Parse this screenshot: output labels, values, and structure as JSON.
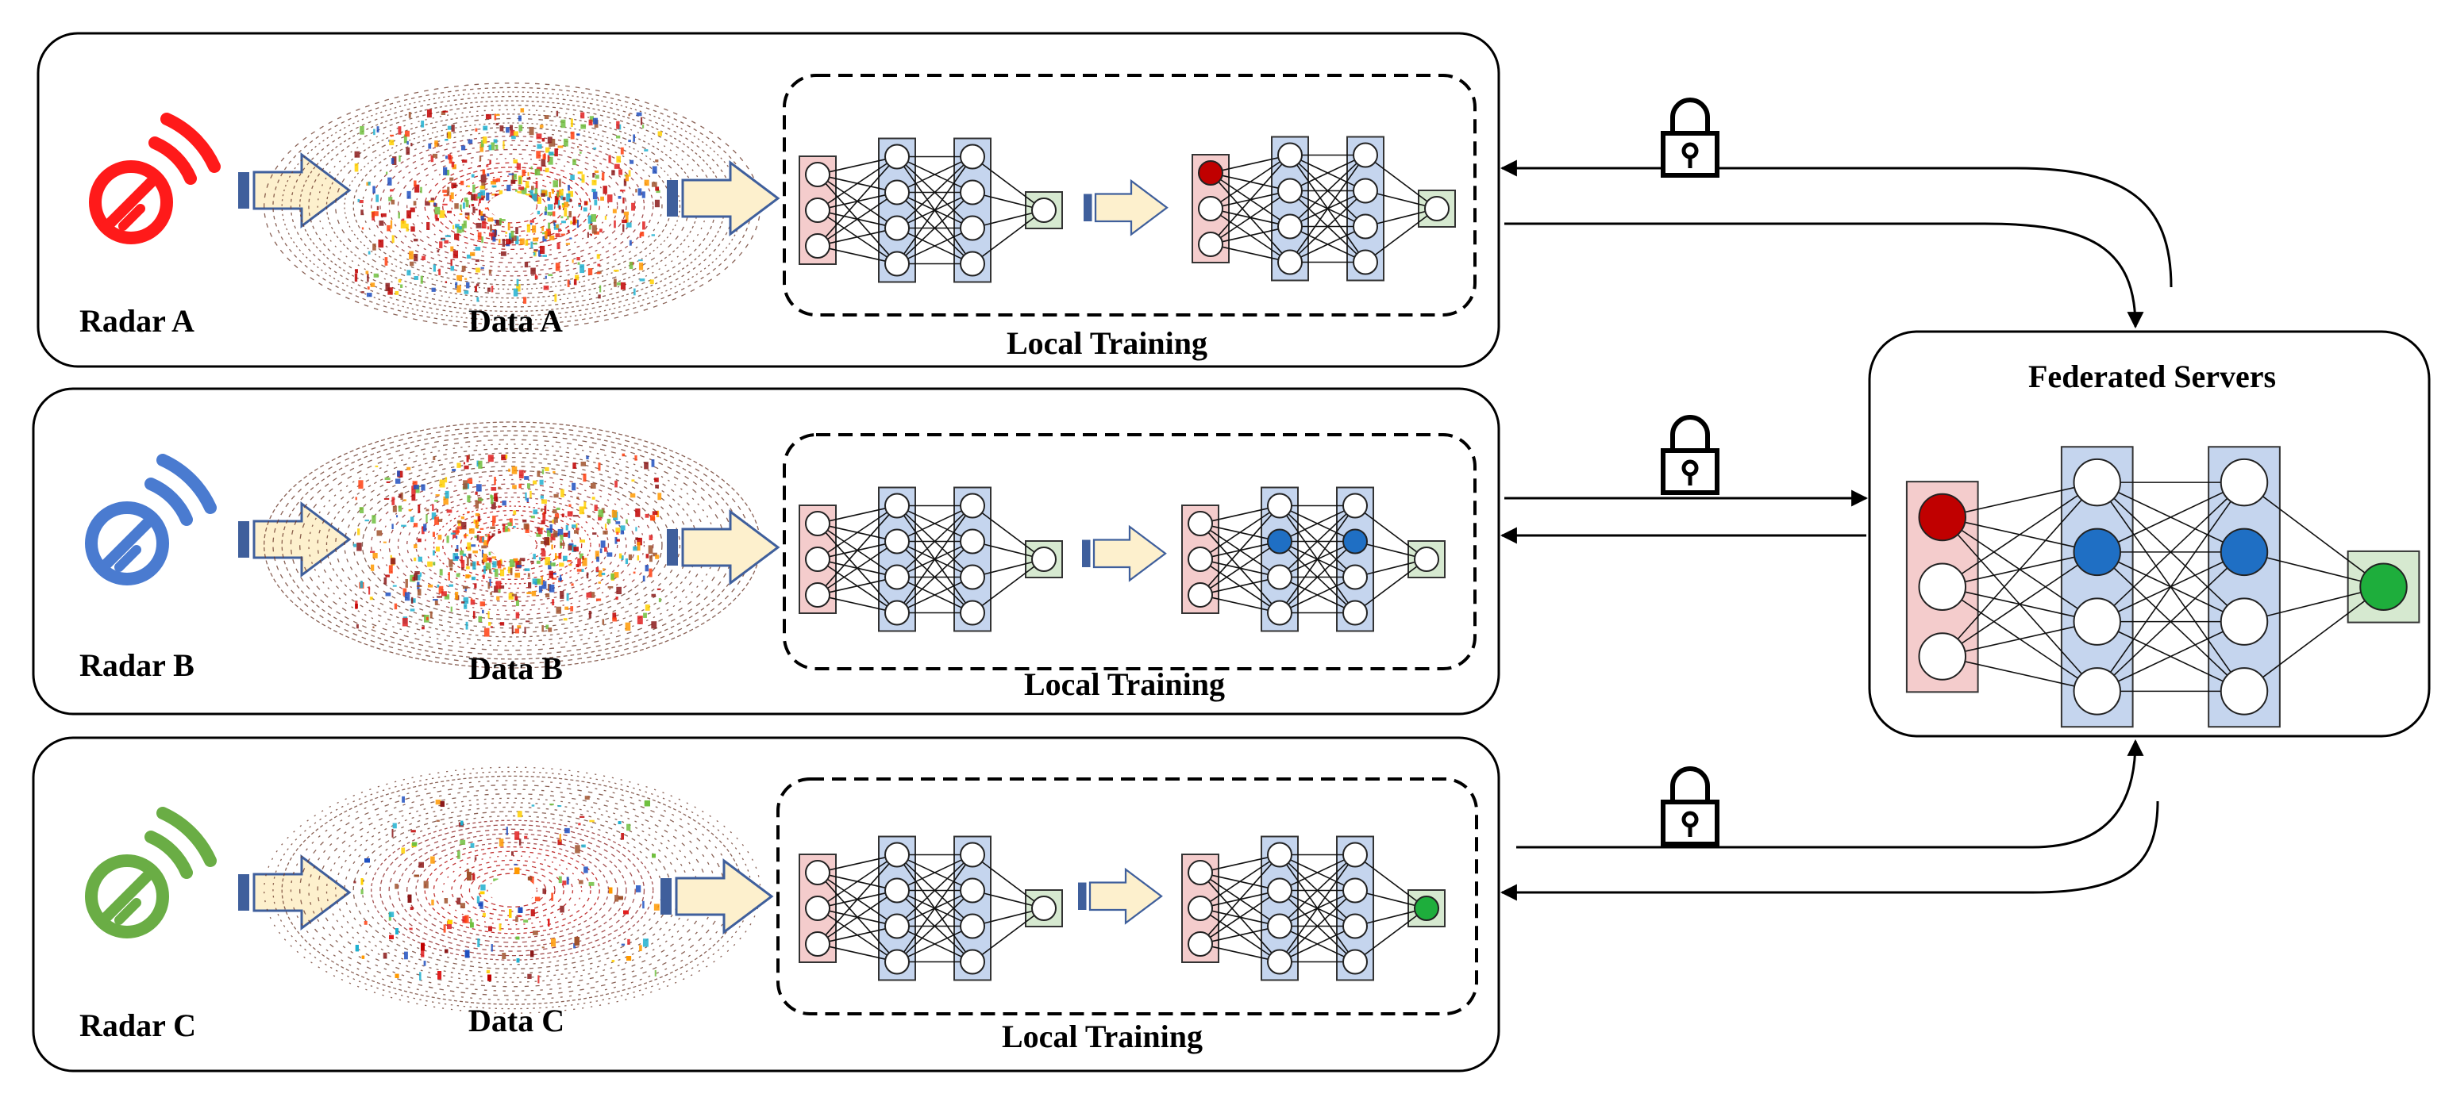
{
  "rows": [
    {
      "radar_label": "Radar A",
      "data_label": "Data A",
      "training_label": "Local Training",
      "color": "#ff1a1a"
    },
    {
      "radar_label": "Radar B",
      "data_label": "Data B",
      "training_label": "Local Training",
      "color": "#4a7bd0"
    },
    {
      "radar_label": "Radar C",
      "data_label": "Data C",
      "training_label": "Local Training",
      "color": "#6aad45"
    }
  ],
  "server": {
    "title": "Federated Servers"
  },
  "colors": {
    "input_layer": "#f4cccc",
    "hidden_layer": "#c5d5ee",
    "output_layer": "#d6e9d0",
    "highlight_red": "#c00000",
    "highlight_blue": "#1f6fc4",
    "highlight_green": "#1eae3c",
    "arrow_fill": "#fdf0cd",
    "arrow_stroke": "#3f5f9c"
  },
  "icons": [
    "radar-icon",
    "lock-icon",
    "block-arrow-icon"
  ]
}
